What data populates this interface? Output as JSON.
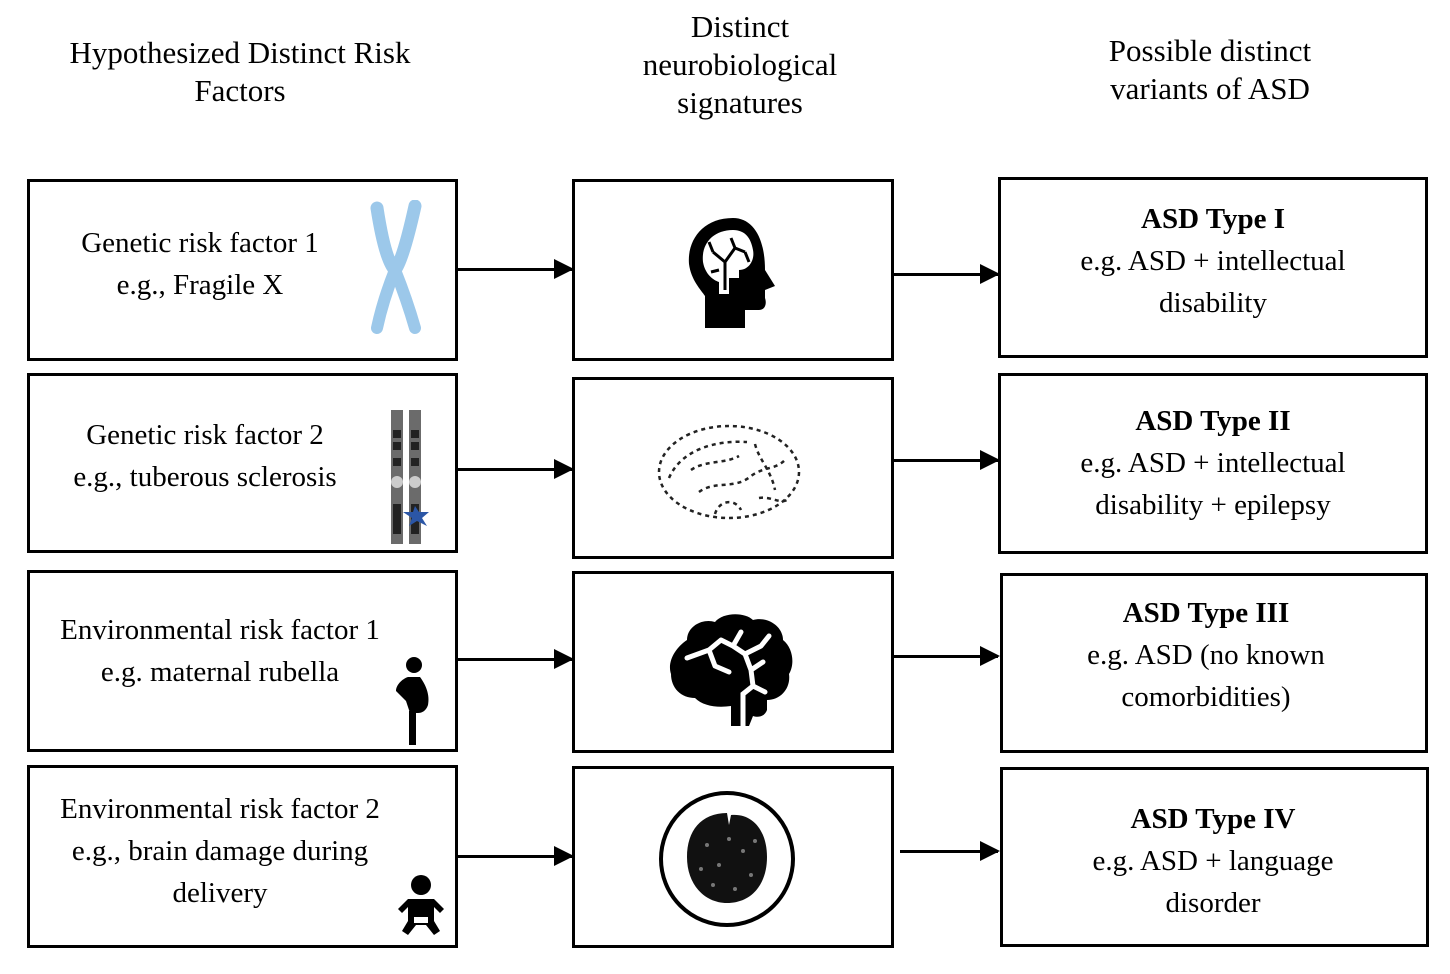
{
  "headers": {
    "risk_factors": "Hypothesized Distinct Risk Factors",
    "signatures": "Distinct neurobiological signatures",
    "variants": "Possible distinct variants of ASD"
  },
  "rows": [
    {
      "risk": {
        "line1": "Genetic risk factor 1",
        "line2": "e.g., Fragile X",
        "line3": "",
        "icon": "x-chromosome-icon"
      },
      "signature_icon": "head-with-brain-icon",
      "variant": {
        "title": "ASD Type I",
        "line1": "e.g. ASD + intellectual",
        "line2": "disability"
      }
    },
    {
      "risk": {
        "line1": "Genetic risk factor 2",
        "line2": "e.g., tuberous sclerosis",
        "line3": "",
        "icon": "mutated-chromosome-icon"
      },
      "signature_icon": "dotted-brain-icon",
      "variant": {
        "title": "ASD Type II",
        "line1": "e.g. ASD + intellectual",
        "line2": "disability + epilepsy"
      }
    },
    {
      "risk": {
        "line1": "Environmental risk factor 1",
        "line2": "e.g. maternal rubella",
        "line3": "",
        "icon": "pregnant-woman-icon"
      },
      "signature_icon": "brain-icon",
      "variant": {
        "title": "ASD Type III",
        "line1": "e.g. ASD (no known",
        "line2": "comorbidities)"
      }
    },
    {
      "risk": {
        "line1": "Environmental risk factor 2",
        "line2": "e.g., brain damage during",
        "line3": "delivery",
        "icon": "baby-icon"
      },
      "signature_icon": "brain-scan-icon",
      "variant": {
        "title": "ASD Type IV",
        "line1": "e.g. ASD + language",
        "line2": "disorder"
      }
    }
  ],
  "colors": {
    "chromosome_x": "#9cc8ea",
    "chromosome_grey": "#6b6b6b",
    "mutation_star": "#2b56a6"
  }
}
